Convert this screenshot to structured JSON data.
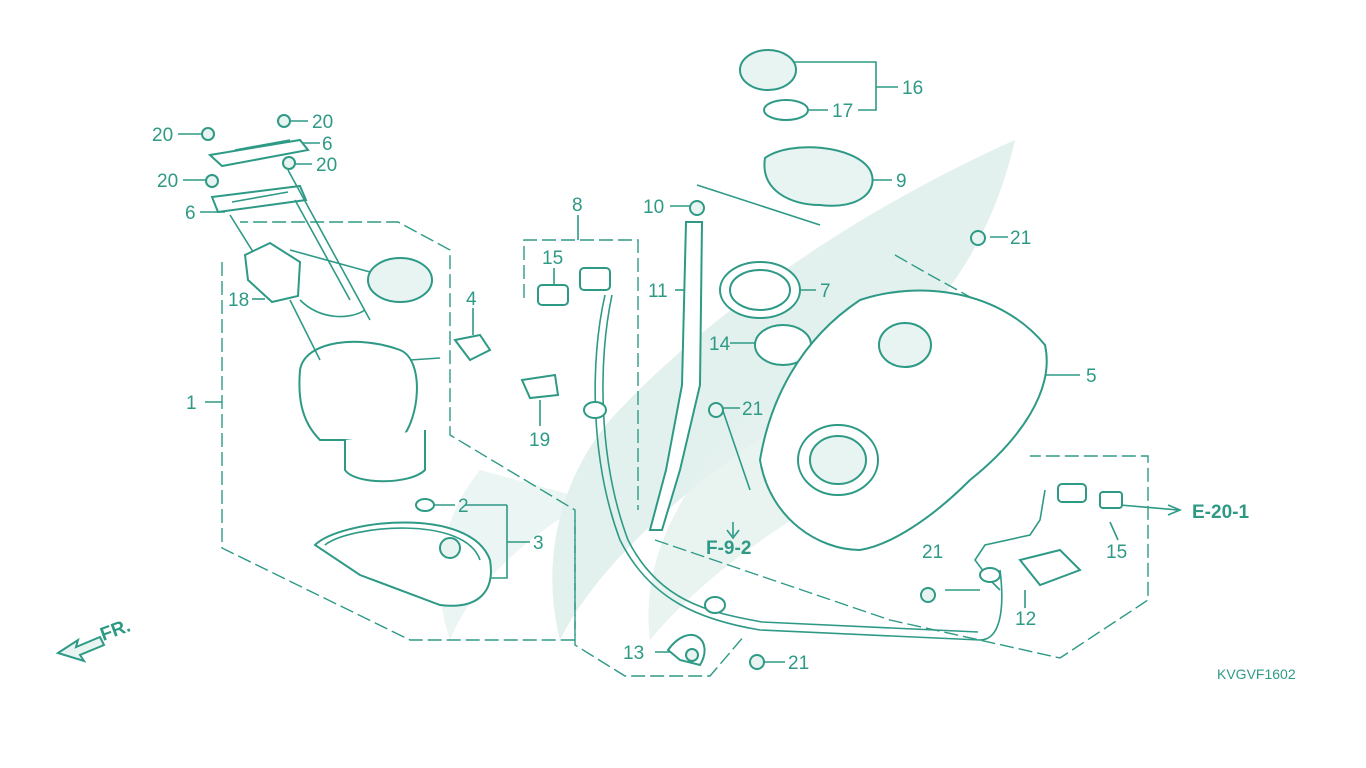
{
  "diagram": {
    "code": "KVGVF1602",
    "front_mark": "FR.",
    "references": {
      "e20": "E-20-1",
      "f92": "F-9-2"
    },
    "labels": {
      "p1": "1",
      "p2": "2",
      "p3": "3",
      "p4": "4",
      "p5": "5",
      "p6a": "6",
      "p6b": "6",
      "p7": "7",
      "p8": "8",
      "p9": "9",
      "p10": "10",
      "p11": "11",
      "p12": "12",
      "p13": "13",
      "p14": "14",
      "p15a": "15",
      "p15b": "15",
      "p16": "16",
      "p17": "17",
      "p18": "18",
      "p19": "19",
      "p20a": "20",
      "p20b": "20",
      "p20c": "20",
      "p20d": "20",
      "p21a": "21",
      "p21b": "21",
      "p21c": "21",
      "p21d": "21"
    },
    "colors": {
      "line": "#2e9a86",
      "watermark": "#e3f1ee"
    }
  }
}
